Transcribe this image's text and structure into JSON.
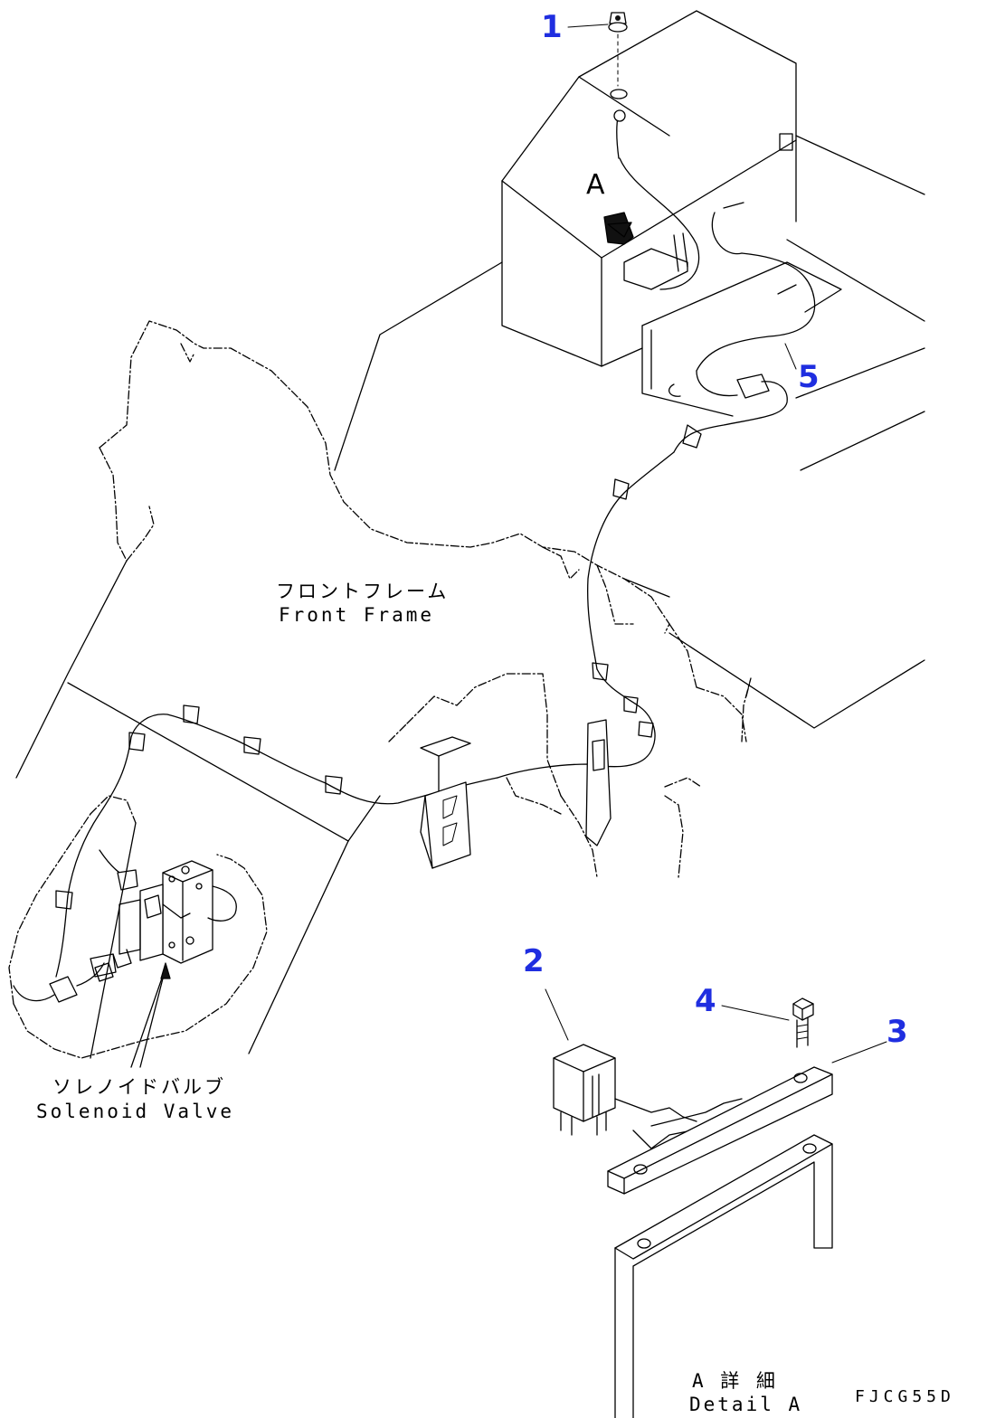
{
  "diagram": {
    "callout_color": "#1f2ee0",
    "callouts": [
      {
        "id": "1",
        "text": "1"
      },
      {
        "id": "2",
        "text": "2"
      },
      {
        "id": "3",
        "text": "3"
      },
      {
        "id": "4",
        "text": "4"
      },
      {
        "id": "5",
        "text": "5"
      }
    ],
    "labels": {
      "front_frame_jp": "フロントフレーム",
      "front_frame_en": "Front Frame",
      "solenoid_valve_jp": "ソレノイドバルブ",
      "solenoid_valve_en": "Solenoid Valve",
      "view_a": "A",
      "detail_a_jp": "A 詳 細",
      "detail_a_en": "Detail A",
      "drawing_code": "FJCG55D"
    }
  }
}
